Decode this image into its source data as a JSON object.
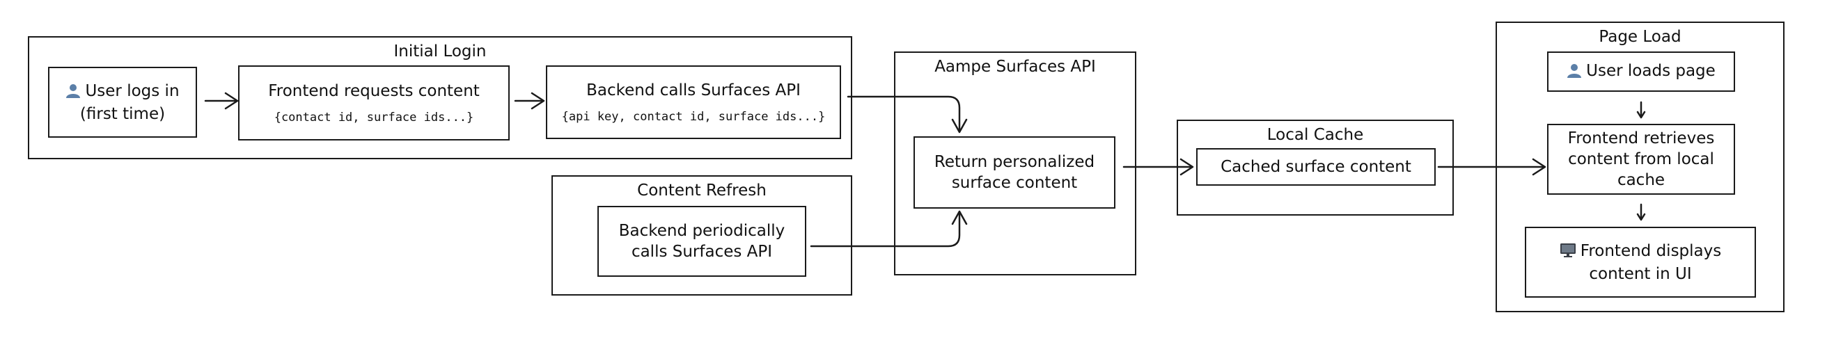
{
  "groups": {
    "initial_login": {
      "title": "Initial Login"
    },
    "content_refresh": {
      "title": "Content Refresh"
    },
    "surfaces_api": {
      "title": "Aampe Surfaces API"
    },
    "local_cache": {
      "title": "Local Cache"
    },
    "page_load": {
      "title": "Page Load"
    }
  },
  "nodes": {
    "user_login": {
      "icon": "person-icon",
      "label": "User logs in (first time)"
    },
    "frontend_request": {
      "label": "Frontend requests content",
      "code": "{contact id, surface ids...}"
    },
    "backend_calls": {
      "label": "Backend calls Surfaces API",
      "code": "{api key, contact id, surface ids...}"
    },
    "backend_periodic": {
      "label": "Backend periodically calls Surfaces API"
    },
    "return_content": {
      "label": "Return personalized surface content"
    },
    "cached_content": {
      "label": "Cached surface content"
    },
    "user_loads_page": {
      "icon": "person-icon",
      "label": "User loads page"
    },
    "frontend_retrieves": {
      "label": "Frontend retrieves content from local cache"
    },
    "frontend_displays": {
      "icon": "monitor-icon",
      "label": "Frontend displays content in UI"
    }
  },
  "edges": [
    {
      "from": "user_login",
      "to": "frontend_request"
    },
    {
      "from": "frontend_request",
      "to": "backend_calls"
    },
    {
      "from": "backend_calls",
      "to": "return_content"
    },
    {
      "from": "backend_periodic",
      "to": "return_content"
    },
    {
      "from": "return_content",
      "to": "cached_content"
    },
    {
      "from": "cached_content",
      "to": "frontend_retrieves"
    },
    {
      "from": "user_loads_page",
      "to": "frontend_retrieves"
    },
    {
      "from": "frontend_retrieves",
      "to": "frontend_displays"
    }
  ],
  "colors": {
    "stroke": "#1a1a1a",
    "icon_person": "#5b7fa8",
    "icon_monitor": "#3a3f47"
  }
}
